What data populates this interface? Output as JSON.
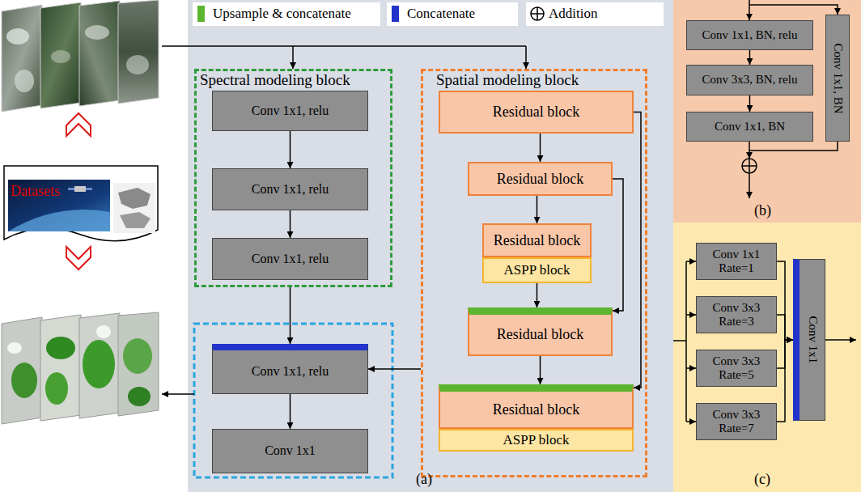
{
  "diagram": {
    "nodes": [
      {
        "text": [
          "Spectral modeling block"
        ]
      },
      {
        "text": [
          "Conv 1x1, relu"
        ],
        "in": 0
      },
      {
        "text": [
          "Conv 1x1, relu"
        ],
        "in": 0
      },
      {
        "text": [
          "Conv 1x1, relu"
        ],
        "in": 0
      },
      {
        "text": [
          "Conv 1x1, relu"
        ]
      },
      {
        "text": [
          "Conv 1x1"
        ]
      },
      {
        "text": [
          "Spatial modeling block"
        ]
      },
      {
        "text": [
          "Residual block"
        ],
        "in": 6
      },
      {
        "text": [
          "Residual block"
        ],
        "in": 6
      },
      {
        "text": [
          "Residual block"
        ],
        "in": 6
      },
      {
        "text": [
          "ASPP block"
        ],
        "in": 6
      },
      {
        "text": [
          "Residual block"
        ],
        "in": 6
      },
      {
        "text": [
          "Residual block"
        ],
        "in": 6
      },
      {
        "text": [
          "ASPP block"
        ],
        "in": 6
      },
      {
        "text": [
          "Conv 1x1, BN, relu"
        ]
      },
      {
        "text": [
          "Conv 3x3, BN, relu"
        ]
      },
      {
        "text": [
          "Conv 1x1, BN"
        ]
      },
      {
        "text": [
          "Conv 1x1, BN"
        ]
      },
      {
        "text": [
          "Conv 1x1",
          "Rate=1"
        ]
      },
      {
        "text": [
          "Conv 3x3",
          "Rate=3"
        ]
      },
      {
        "text": [
          "Conv 3x3",
          "Rate=5"
        ]
      },
      {
        "text": [
          "Conv 3x3",
          "Rate=7"
        ]
      },
      {
        "text": [
          "Conv 1x1"
        ]
      }
    ],
    "edges": [
      {
        "from": 1,
        "to": 2,
        "arrow": "to"
      },
      {
        "from": 2,
        "to": 3,
        "arrow": "to"
      },
      {
        "from": 0,
        "to": 4,
        "arrow": "to"
      },
      {
        "from": 4,
        "to": 5,
        "arrow": "to"
      },
      {
        "from": 6,
        "to": 4,
        "arrow": "to"
      },
      {
        "from": 7,
        "to": 8,
        "arrow": "to"
      },
      {
        "from": 8,
        "to": 9,
        "arrow": "to"
      },
      {
        "from": 10,
        "to": 11,
        "arrow": "to"
      },
      {
        "from": 11,
        "to": 12,
        "arrow": "to"
      },
      {
        "from": 7,
        "to": 12,
        "arrow": "to"
      },
      {
        "from": 8,
        "to": 11,
        "arrow": "to"
      },
      {
        "from": 14,
        "to": 15,
        "arrow": "to"
      },
      {
        "from": 15,
        "to": 16,
        "arrow": "to"
      },
      {
        "from": 18,
        "to": 22,
        "arrow": "to"
      },
      {
        "from": 19,
        "to": 22,
        "arrow": "to"
      },
      {
        "from": 20,
        "to": 22,
        "arrow": "to"
      },
      {
        "from": 21,
        "to": 22,
        "arrow": "to"
      }
    ],
    "labels": [
      "Datasets",
      "(a)",
      "(b)",
      "(c)"
    ],
    "legend": [
      {
        "text": "Upsample & concatenate",
        "color": "#5cb531"
      },
      {
        "text": "Concatenate",
        "color": "#2233cc"
      },
      {
        "text": "Addition"
      }
    ]
  }
}
